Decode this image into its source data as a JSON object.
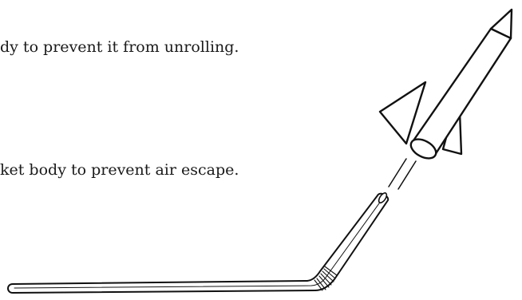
{
  "text": {
    "line1": "dy to prevent it from unrolling.",
    "line2": "ket body to prevent air escape."
  },
  "illustration": {
    "rocket": "paper-rocket",
    "straw": "bendy-straw",
    "air_flow": "air-flow-lines"
  },
  "colors": {
    "stroke": "#111111",
    "text": "#1a1a1a",
    "background": "#ffffff"
  }
}
